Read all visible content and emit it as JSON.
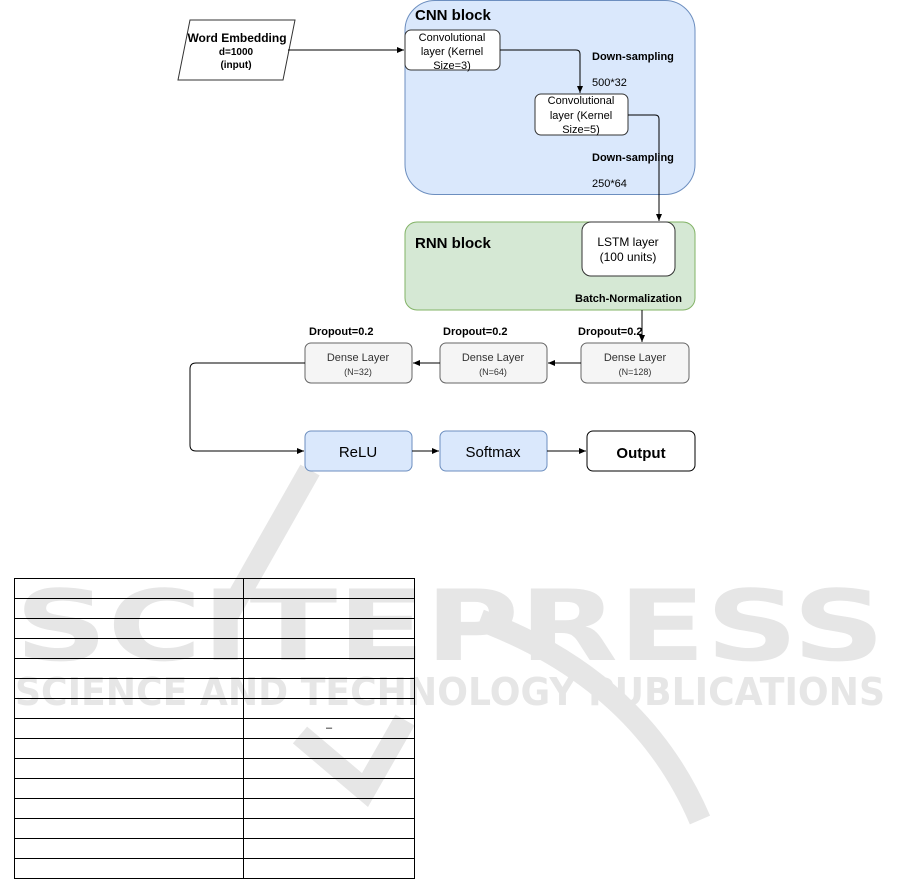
{
  "watermark": {
    "line1": "SCITEPRESS",
    "line2": "SCIENCE AND TECHNOLOGY PUBLICATIONS"
  },
  "figure": {
    "input": {
      "line1": "Word Embedding",
      "line2": "d=1000",
      "line3": "(input)"
    },
    "cnn_block": {
      "title": "CNN block",
      "conv1": [
        "Convolutional",
        "layer (Kernel",
        "Size=3)"
      ],
      "conv2": [
        "Convolutional",
        "layer (Kernel",
        "Size=5)"
      ],
      "downsampling1": "Down-sampling",
      "shape1": "500*32",
      "downsampling2": "Down-sampling",
      "shape2": "250*64"
    },
    "rnn_block": {
      "title": "RNN block",
      "lstm": [
        "LSTM layer",
        "(100 units)"
      ],
      "batch_norm": "Batch-Normalization"
    },
    "dense_layers": [
      {
        "label": "Dense Layer",
        "n": "(N=32)",
        "dropout": "Dropout=0.2"
      },
      {
        "label": "Dense Layer",
        "n": "(N=64)",
        "dropout": "Dropout=0.2"
      },
      {
        "label": "Dense Layer",
        "n": "(N=128)",
        "dropout": "Dropout=0.2"
      }
    ],
    "relu": "ReLU",
    "softmax": "Softmax",
    "output": "Output",
    "colors": {
      "cnn_fill": "#dae8fc",
      "cnn_stroke": "#6c8ebf",
      "rnn_fill": "#d5e8d4",
      "rnn_stroke": "#82b366",
      "dense_fill": "#f5f5f5"
    }
  },
  "table": {
    "rows": 15,
    "columns": 2,
    "mark": "–"
  }
}
